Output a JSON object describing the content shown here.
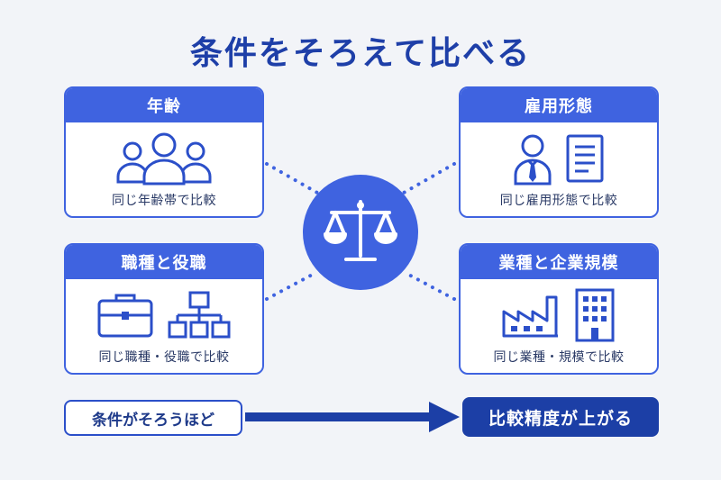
{
  "title": "条件をそろえて比べる",
  "cards": {
    "age": {
      "header": "年齢",
      "caption": "同じ年齢帯で比較",
      "icon": "people-group-icon"
    },
    "employment": {
      "header": "雇用形態",
      "caption": "同じ雇用形態で比較",
      "icon": "employee-document-icon"
    },
    "job": {
      "header": "職種と役職",
      "caption": "同じ職種・役職で比較",
      "icon": "briefcase-orgchart-icon"
    },
    "business": {
      "header": "業種と企業規模",
      "caption": "同じ業種・規模で比較",
      "icon": "factory-building-icon"
    }
  },
  "center_icon": "balance-scale-icon",
  "flow": {
    "condition": "条件がそろうほど",
    "result": "比較精度が上がる"
  },
  "colors": {
    "primary": "#3f63e0",
    "dark": "#1c3fa6",
    "background": "#f2f4f8"
  }
}
